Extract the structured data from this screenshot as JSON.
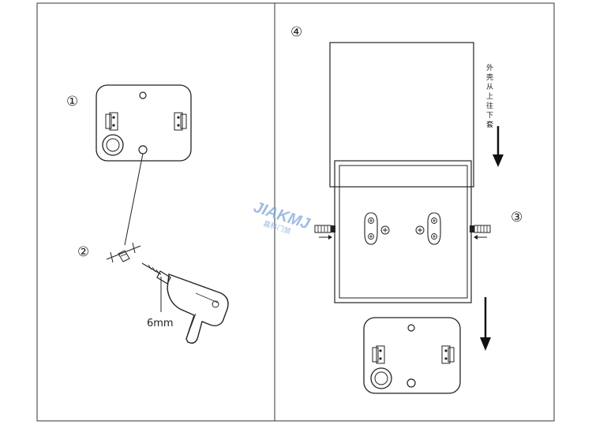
{
  "steps": {
    "step1": "①",
    "step2": "②",
    "step3": "③",
    "step4": "④"
  },
  "drill": {
    "size_label": "6mm"
  },
  "housing_note_chars": [
    "外",
    "壳",
    "从",
    "上",
    "往",
    "下",
    "套"
  ],
  "watermark": {
    "brand": "JIAKMJ",
    "sub": "嘉科门禁"
  },
  "colors": {
    "line": "#222222",
    "watermark_blue": "#7fa6d6",
    "background": "#ffffff"
  }
}
